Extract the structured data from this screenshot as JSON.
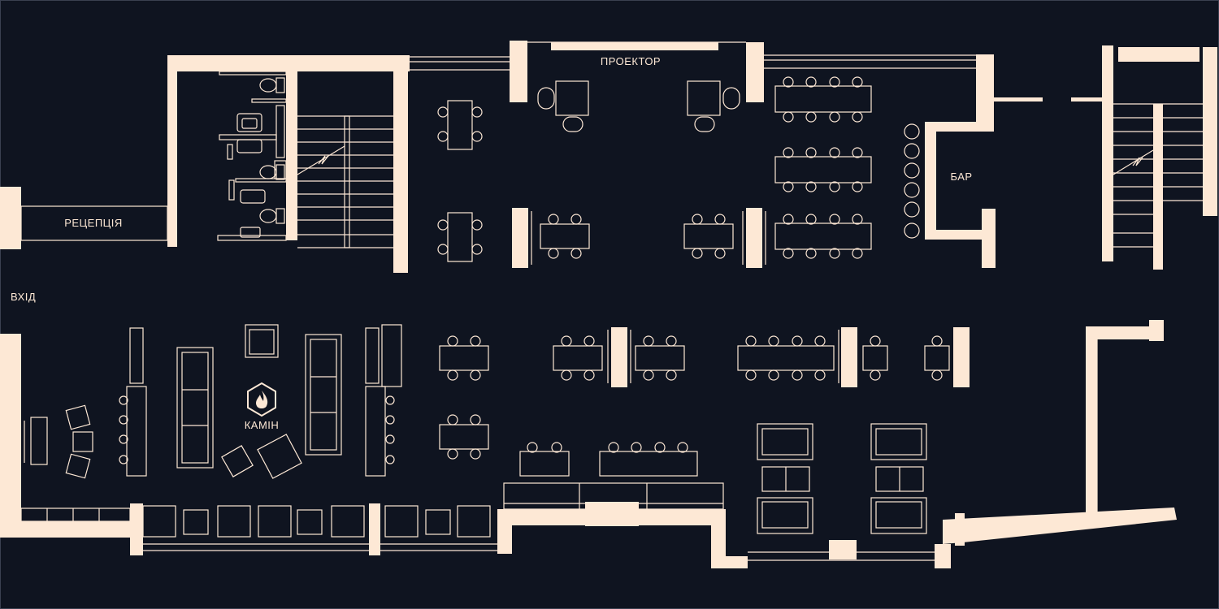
{
  "plan": {
    "labels": {
      "projector": "ПРОЕКТОР",
      "reception": "РЕЦЕПЦІЯ",
      "entrance": "ВХІД",
      "bar": "БАР",
      "fireplace": "КАМІН"
    },
    "colors": {
      "background": "#0f1420",
      "wall": "#fde8d5",
      "line": "#fde8d5"
    },
    "icons": [
      "fireplace-icon",
      "stairs",
      "toilet",
      "sink"
    ]
  }
}
